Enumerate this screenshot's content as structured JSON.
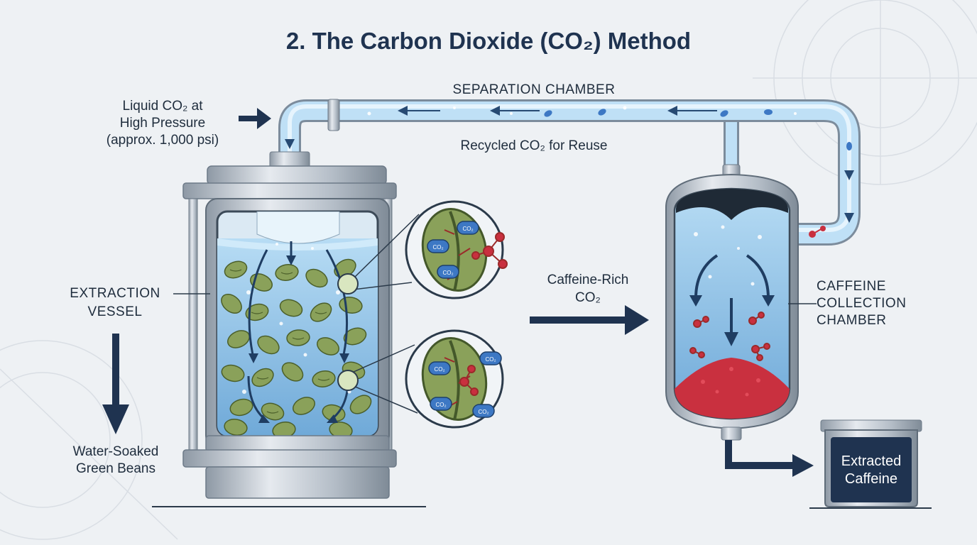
{
  "title": "2. The Carbon Dioxide (CO₂) Method",
  "labels": {
    "inlet": [
      "Liquid CO₂ at",
      "High Pressure",
      "(approx. 1,000 psi)"
    ],
    "separation": "SEPARATION CHAMBER",
    "recycled": "Recycled CO₂ for Reuse",
    "extraction_vessel": [
      "EXTRACTION",
      "VESSEL"
    ],
    "beans": [
      "Water-Soaked",
      "Green Beans"
    ],
    "caffeine_rich": [
      "Caffeine-Rich",
      "CO₂"
    ],
    "collection": [
      "CAFFEINE",
      "COLLECTION",
      "CHAMBER"
    ],
    "extracted": [
      "Extracted",
      "Caffeine"
    ]
  },
  "molecule_labels": [
    "CO₂",
    "CO₂",
    "CO₂",
    "CO₂",
    "CO₂",
    "CO₂",
    "CO₂"
  ],
  "colors": {
    "background": "#eef1f4",
    "navy": "#1f3350",
    "steel": "#b9c2cc",
    "water": "#8fc3e8",
    "bean": "#8aa15a",
    "caffeine": "#c9303f"
  },
  "icons": [
    "arrow-right-icon",
    "arrow-down-icon",
    "co2-molecule-icon",
    "caffeine-molecule-icon",
    "magnifier-icon"
  ]
}
